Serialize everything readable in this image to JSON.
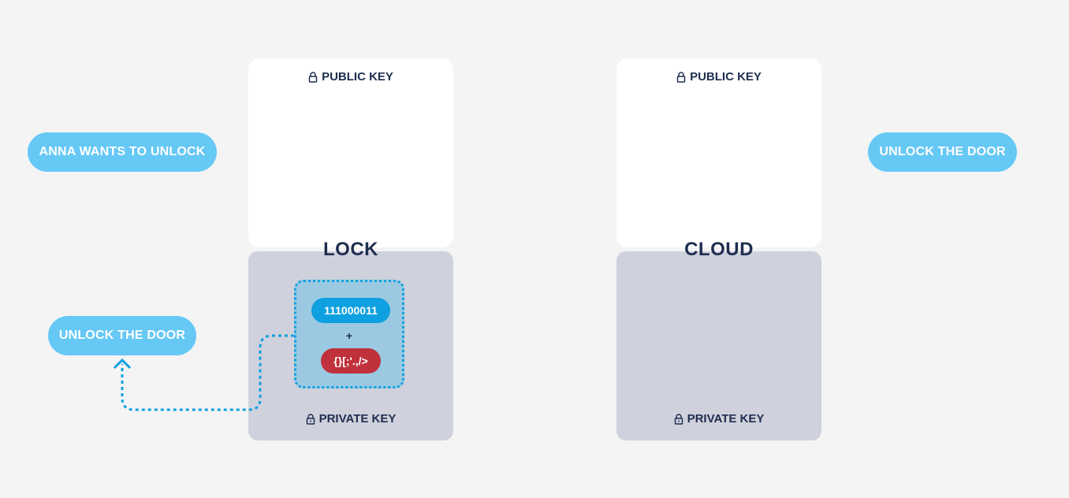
{
  "colors": {
    "background": "#f4f4f5",
    "pill": "#66c8f5",
    "public_panel": "#ffffff",
    "private_panel": "#cfd1dc",
    "title_text": "#1e2e4f",
    "secret_box": "#9ac9e1",
    "connector": "#0ea0e0",
    "binary_pill": "#0ea0e0",
    "symbol_pill": "#c0313b"
  },
  "left_messages": {
    "request": "ANNA WANTS TO UNLOCK",
    "result": "UNLOCK THE DOOR"
  },
  "right_messages": {
    "result": "UNLOCK THE DOOR"
  },
  "lock": {
    "title": "LOCK",
    "public_key": "PUBLIC KEY",
    "private_key": "PRIVATE KEY",
    "secret": {
      "binary": "111000011",
      "operator": "+",
      "symbols": "{}[;'.,/>"
    }
  },
  "cloud": {
    "title": "CLOUD",
    "public_key": "PUBLIC KEY",
    "private_key": "PRIVATE KEY"
  },
  "icons": {
    "key_label_icon": "padlock-icon",
    "connector_end": "chevron-up-icon"
  }
}
